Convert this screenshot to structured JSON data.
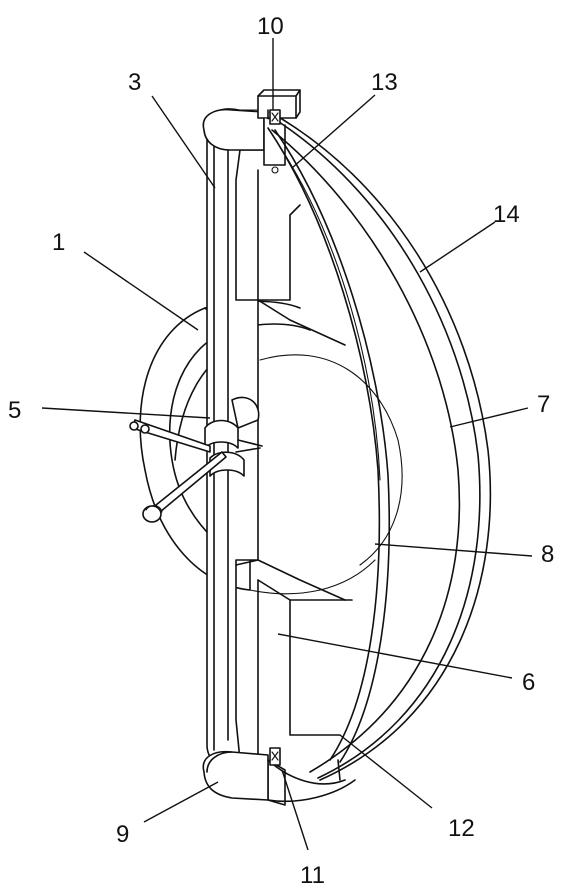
{
  "diagram": {
    "labels": {
      "l1": "1",
      "l3": "3",
      "l5": "5",
      "l6": "6",
      "l7": "7",
      "l8": "8",
      "l9": "9",
      "l10": "10",
      "l11": "11",
      "l12": "12",
      "l13": "13",
      "l14": "14"
    }
  }
}
